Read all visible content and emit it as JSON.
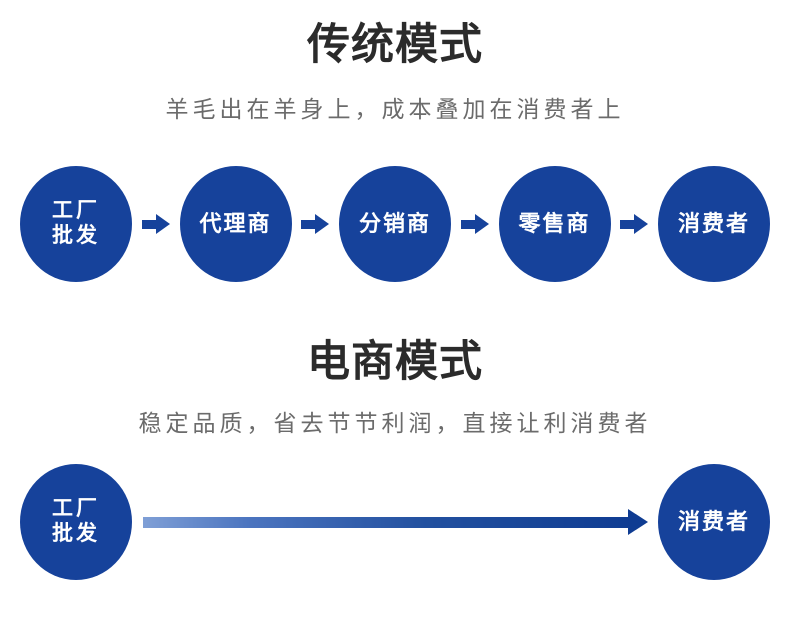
{
  "colors": {
    "circle_fill": "#16429b",
    "circle_text": "#ffffff",
    "title_text": "#2b2b2b",
    "subtitle_text": "#6b6b6b",
    "arrow": "#16429b",
    "gradient_start": "#7f9fd6",
    "gradient_end": "#0f3c92",
    "background": "#ffffff"
  },
  "sections": {
    "traditional": {
      "title": "传统模式",
      "subtitle": "羊毛出在羊身上，成本叠加在消费者上",
      "nodes": [
        {
          "line1": "工厂",
          "line2": "批发"
        },
        {
          "line1": "代理商"
        },
        {
          "line1": "分销商"
        },
        {
          "line1": "零售商"
        },
        {
          "line1": "消费者"
        }
      ],
      "arrow_count": 4,
      "arrow_icon": "right-arrow-icon"
    },
    "ecommerce": {
      "title": "电商模式",
      "subtitle": "稳定品质，省去节节利润，直接让利消费者",
      "nodes": [
        {
          "line1": "工厂",
          "line2": "批发"
        },
        {
          "line1": "消费者"
        }
      ],
      "arrow_icon": "long-right-arrow-icon"
    }
  }
}
